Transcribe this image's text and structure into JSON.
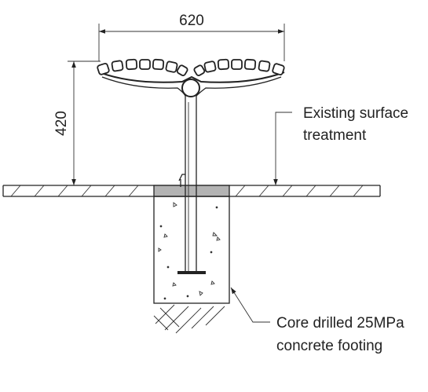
{
  "dimensions": {
    "width_label": "620",
    "height_label": "420"
  },
  "annotations": {
    "surface_line1": "Existing surface",
    "surface_line2": "treatment",
    "footing_line1": "Core drilled 25MPa",
    "footing_line2": "concrete footing"
  },
  "colors": {
    "line": "#222222",
    "surface_band": "#b3b3b3",
    "background": "#ffffff"
  }
}
